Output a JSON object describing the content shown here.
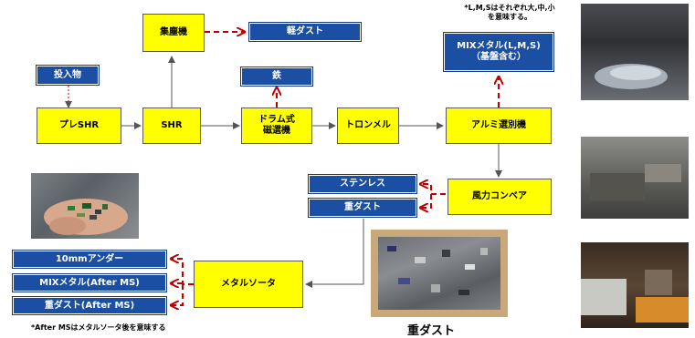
{
  "nodes": {
    "input": "投入物",
    "pre_shr": "プレSHR",
    "shr": "SHR",
    "dust_collector": "集塵機",
    "light_dust": "軽ダスト",
    "iron": "鉄",
    "drum_magnet_line1": "ドラム式",
    "drum_magnet_line2": "磁選機",
    "trommel": "トロンメル",
    "aluminum_sorter": "アルミ選別機",
    "mix_metal_line1": "MIXメタル(L,M,S)",
    "mix_metal_line2": "（基盤含む）",
    "wind_conveyor": "風力コンベア",
    "stainless": "ステンレス",
    "heavy_dust": "重ダスト",
    "metal_sorter": "メタルソータ",
    "under_10mm": "10mmアンダー",
    "mix_metal_after": "MIXメタル(After MS)",
    "heavy_dust_after": "重ダスト(After MS)"
  },
  "notes": {
    "lms_line1": "*L,M,Sはそれぞれ大,中,小",
    "lms_line2": "を意味する。",
    "after_ms": "*After MSはメタルソータ後を意味する"
  },
  "photo_caption": "重ダスト",
  "colors": {
    "process_box": "#ffff00",
    "output_box": "#1a4fa3",
    "flow_arrow": "#555555",
    "output_arrow": "#c00000"
  }
}
